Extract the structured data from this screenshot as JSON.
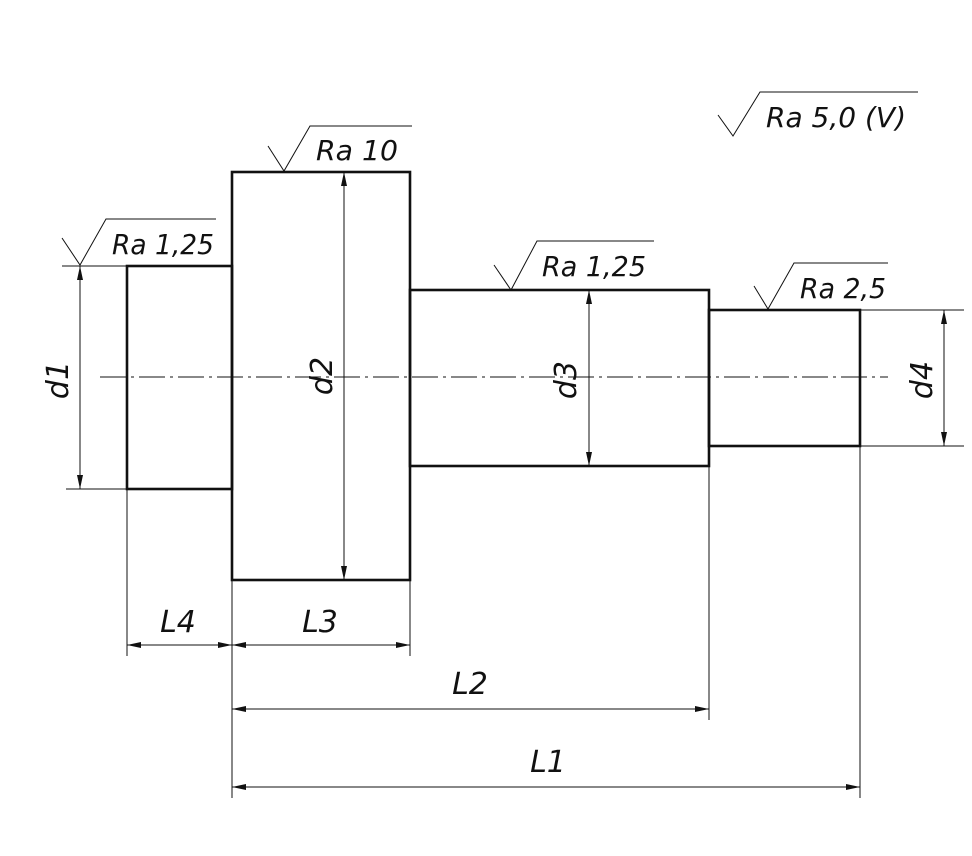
{
  "diagram": {
    "roughness_general": "Ra 5,0 (V)",
    "roughness": {
      "step1": "Ra 1,25",
      "step2": "Ra 10",
      "step3": "Ra 1,25",
      "step4": "Ra 2,5"
    },
    "diameters": {
      "d1": "d1",
      "d2": "d2",
      "d3": "d3",
      "d4": "d4"
    },
    "lengths": {
      "L1": "L1",
      "L2": "L2",
      "L3": "L3",
      "L4": "L4"
    }
  }
}
